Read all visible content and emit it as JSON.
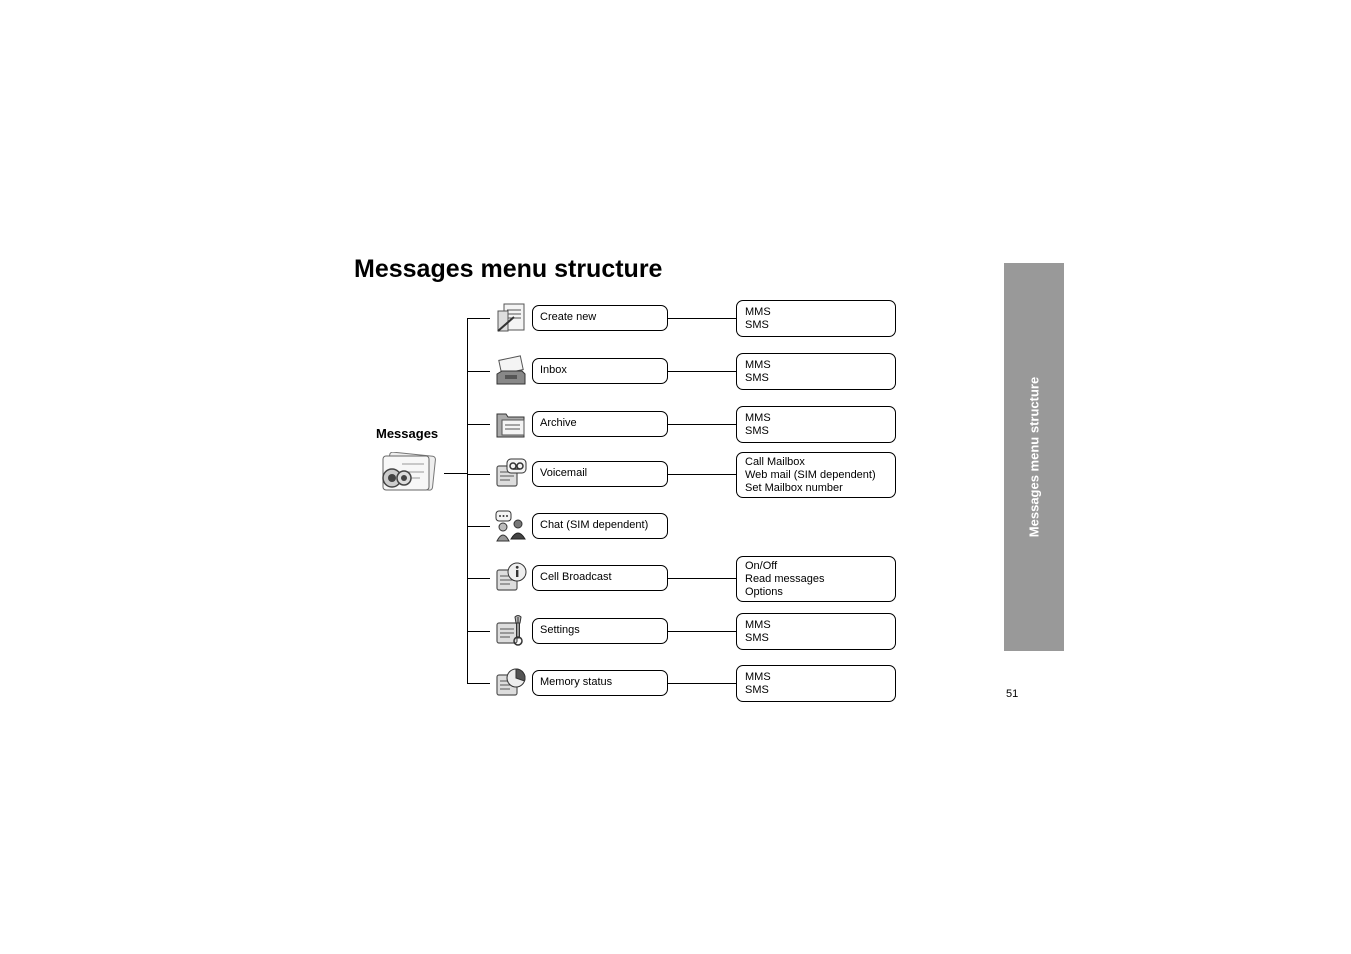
{
  "page": {
    "title": "Messages menu structure",
    "side_tab": "Messages menu structure",
    "page_number": "51"
  },
  "root": {
    "label": "Messages",
    "icon": "messages-app-icon"
  },
  "menu": [
    {
      "label": "Create new",
      "icon": "create-new-icon",
      "sub": [
        "MMS",
        "SMS"
      ]
    },
    {
      "label": "Inbox",
      "icon": "inbox-icon",
      "sub": [
        "MMS",
        "SMS"
      ]
    },
    {
      "label": "Archive",
      "icon": "archive-icon",
      "sub": [
        "MMS",
        "SMS"
      ]
    },
    {
      "label": "Voicemail",
      "icon": "voicemail-icon",
      "sub": [
        "Call Mailbox",
        "Web mail (SIM dependent)",
        "Set Mailbox number"
      ]
    },
    {
      "label": "Chat (SIM dependent)",
      "icon": "chat-icon",
      "sub": []
    },
    {
      "label": "Cell Broadcast",
      "icon": "cell-broadcast-icon",
      "sub": [
        "On/Off",
        "Read messages",
        "Options"
      ]
    },
    {
      "label": "Settings",
      "icon": "settings-icon",
      "sub": [
        "MMS",
        "SMS"
      ]
    },
    {
      "label": "Memory status",
      "icon": "memory-status-icon",
      "sub": [
        "MMS",
        "SMS"
      ]
    }
  ],
  "colors": {
    "side_tab": "#999999",
    "icon_dark": "#555555",
    "icon_light": "#dddddd"
  }
}
